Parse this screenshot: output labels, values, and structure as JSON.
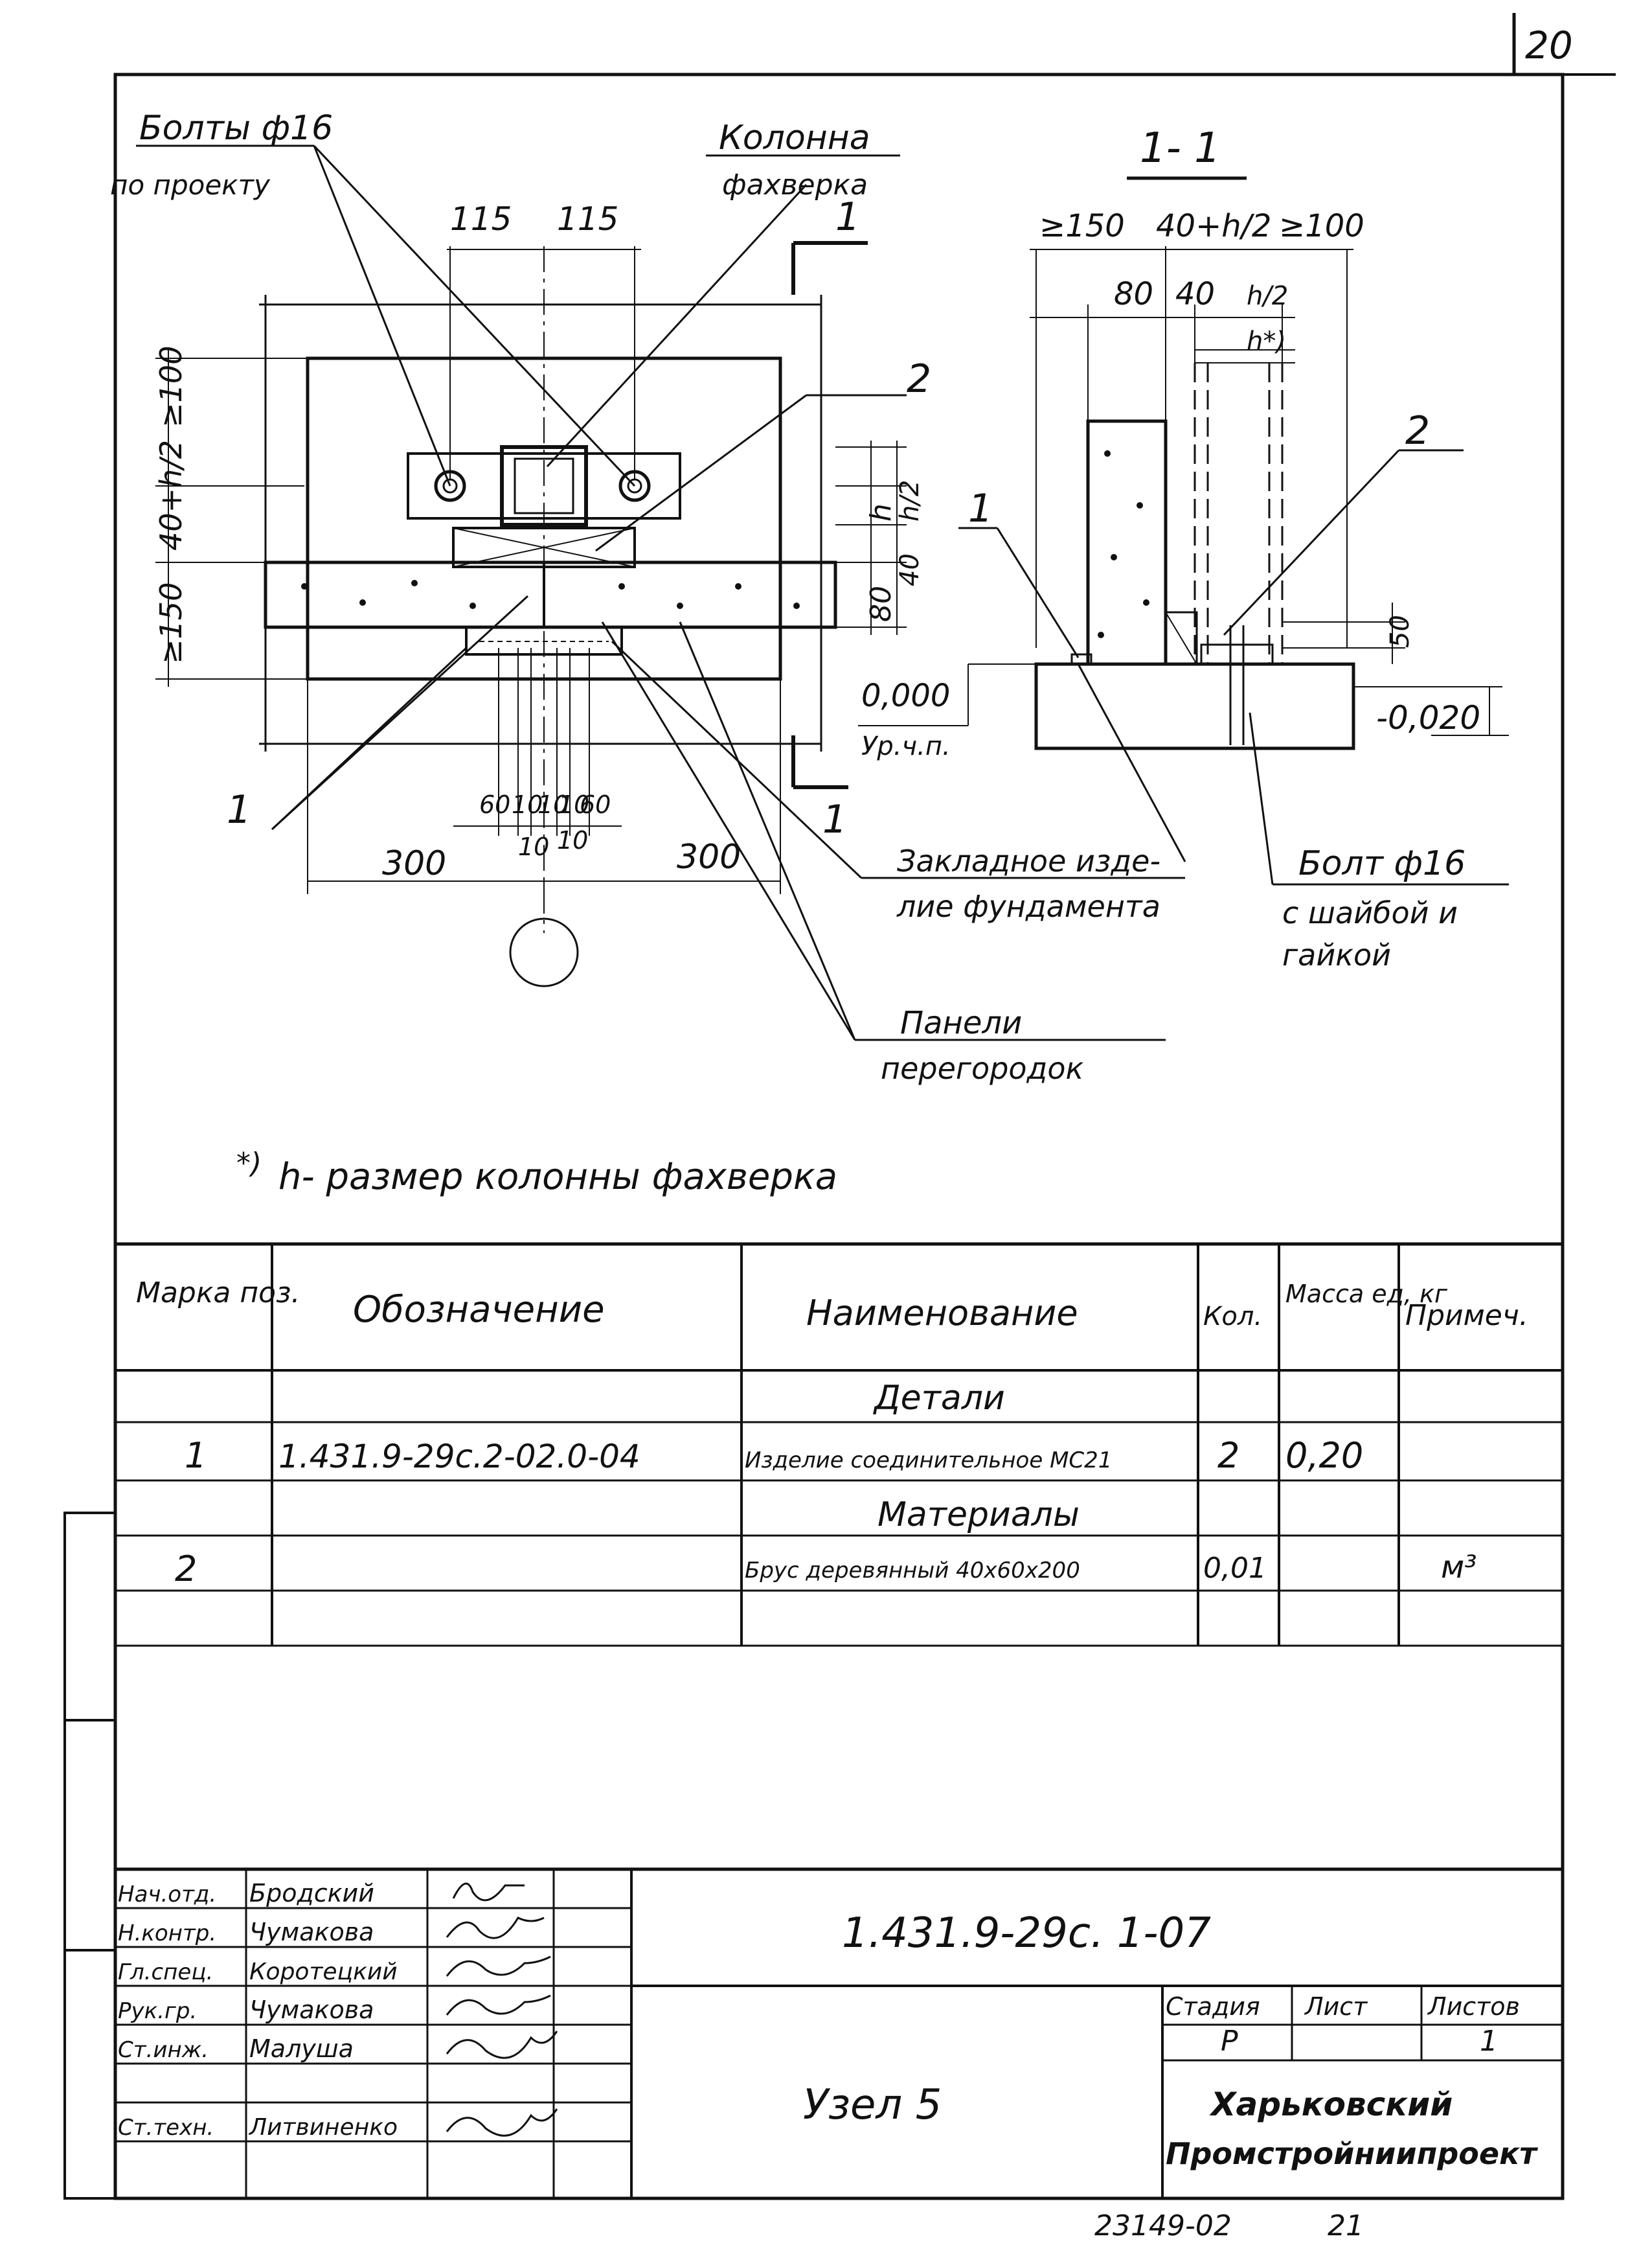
{
  "sheet": {
    "page_number": "20",
    "bottom_code": "23149-02",
    "bottom_code_2": "21"
  },
  "drawing": {
    "labels": {
      "bolts_title": "Болты ф16",
      "bolts_sub": "по проекту",
      "column_title": "Колонна",
      "column_sub": "фахверка",
      "section_title": "1- 1",
      "section_mark": "1",
      "callout_1": "1",
      "callout_2": "2",
      "embedded_1": "Закладное изде-",
      "embedded_2": "лие фундамента",
      "bolt_1": "Болт ф16",
      "bolt_2": "с шайбой и",
      "bolt_3": "гайкой",
      "panels_1": "Панели",
      "panels_2": "перегородок",
      "level_zero": "0,000",
      "level_zero_sub": "Ур.ч.п.",
      "level_minus": "-0,020"
    },
    "dimensions": {
      "d115a": "115",
      "d115b": "115",
      "d100": "≥100",
      "d40h2": "40+h/2",
      "d150": "≥150",
      "dh": "h",
      "dh2": "h/2",
      "d40": "40",
      "d80": "80",
      "d60a": "60",
      "d10a": "10",
      "d10b": "10",
      "d10c": "10",
      "d60b": "60",
      "d10d": "10",
      "d10e": "10",
      "d300a": "300",
      "d300b": "300",
      "s150": "≥150",
      "s40h2": "40+h/2",
      "s100": "≥100",
      "s80": "80",
      "s40": "40",
      "sh2": "h/2",
      "shstar": "h*)",
      "s50": "50"
    },
    "footnote_star": "*)",
    "footnote_text": "h- размер колонны фахверка"
  },
  "spec_table": {
    "headers": {
      "mark": "Марка поз.",
      "designation": "Обозначение",
      "name": "Наименование",
      "qty": "Кол.",
      "mass": "Масса ед, кг",
      "note": "Примеч."
    },
    "sections": {
      "details": "Детали",
      "materials": "Материалы"
    },
    "rows": [
      {
        "mark": "1",
        "designation": "1.431.9-29с.2-02.0-04",
        "name": "Изделие соединительное МС21",
        "qty": "2",
        "mass": "0,20",
        "note": ""
      },
      {
        "mark": "2",
        "designation": "",
        "name": "Брус деревянный 40x60x200",
        "qty": "0,01",
        "mass": "",
        "note": "м³"
      }
    ]
  },
  "title_block": {
    "roles": [
      {
        "role": "Нач.отд.",
        "name": "Бродский"
      },
      {
        "role": "Н.контр.",
        "name": "Чумакова"
      },
      {
        "role": "Гл.спец.",
        "name": "Коротецкий"
      },
      {
        "role": "Рук.гр.",
        "name": "Чумакова"
      },
      {
        "role": "Ст.инж.",
        "name": "Малуша"
      },
      {
        "role": "Ст.техн.",
        "name": "Литвиненко"
      }
    ],
    "document_code": "1.431.9-29с. 1-07",
    "title": "Узел 5",
    "stage_label": "Стадия",
    "sheet_label": "Лист",
    "sheets_label": "Листов",
    "stage": "Р",
    "sheet": "",
    "sheets": "1",
    "org_1": "Харьковский",
    "org_2": "Промстройниипроект"
  }
}
